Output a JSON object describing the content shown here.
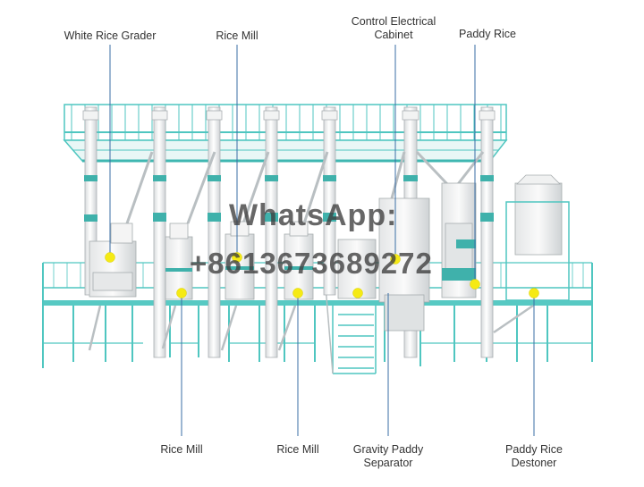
{
  "labels": {
    "white_rice_grader": "White Rice Grader",
    "rice_mill_top": "Rice Mill",
    "control_cabinet_line1": "Control Electrical",
    "control_cabinet_line2": "Cabinet",
    "paddy_rice": "Paddy Rice",
    "rice_mill_bottom_left": "Rice Mill",
    "rice_mill_bottom_mid": "Rice Mill",
    "gravity_separator_line1": "Gravity Paddy",
    "gravity_separator_line2": "Separator",
    "destoner_line1": "Paddy Rice",
    "destoner_line2": "Destoner"
  },
  "watermark": {
    "line1": "WhatsApp:",
    "line2": "+8613673689272"
  },
  "colors": {
    "frame": "#4fc6c0",
    "frame_dark": "#2f9c98",
    "machine": "#f4f5f4",
    "machine_shade": "#c9ced0",
    "callout_line": "#3a6ea5",
    "marker": "#f5ea14"
  }
}
